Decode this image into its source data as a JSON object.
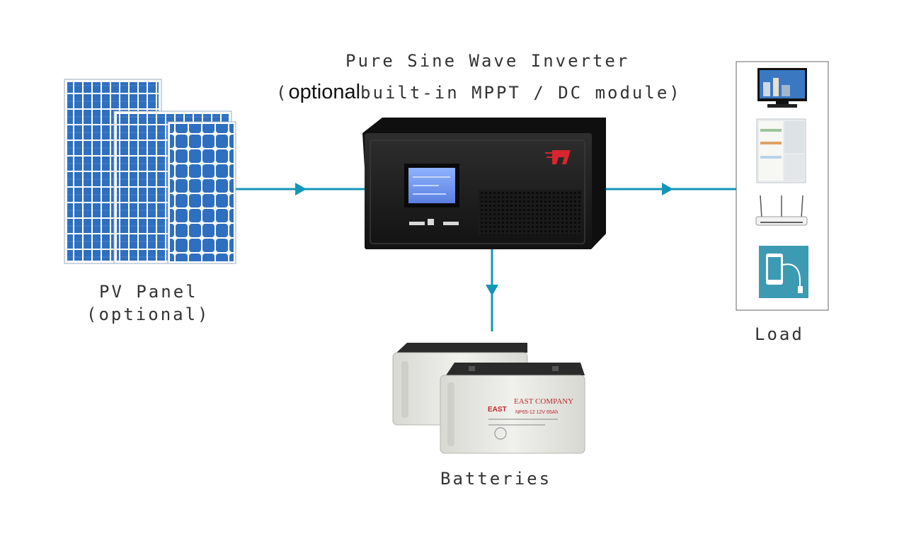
{
  "inverter": {
    "title_line1": "Pure Sine Wave Inverter",
    "title_paren_open": "(",
    "title_bold": "optional",
    "title_rest": "built-in MPPT / DC module)"
  },
  "pv_panel": {
    "label_line1": "PV Panel",
    "label_line2": "(optional)"
  },
  "batteries": {
    "label": "Batteries",
    "brand": "EAST",
    "company": "EAST COMPANY",
    "model": "NP65-12  12V 65Ah"
  },
  "load": {
    "label": "Load"
  },
  "colors": {
    "arrow": "#1496b9",
    "panel_cell": "#2f6fbf",
    "inverter_body": "#1c1c1c",
    "battery_case": "#e6e6e2"
  }
}
